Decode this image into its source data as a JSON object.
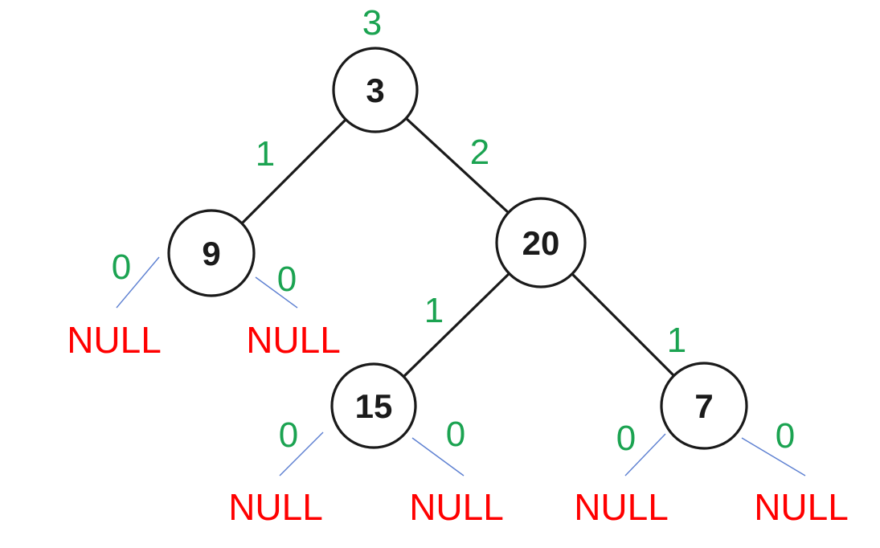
{
  "colors": {
    "node_stroke": "#1a1a1a",
    "node_text": "#1a1a1a",
    "edge": "#1a1a1a",
    "annotation_green": "#1ba351",
    "null_red": "#ff0000",
    "null_edge_blue": "#5c7fd1"
  },
  "tree": {
    "description": "binary-tree-with-height-annotations",
    "root_height_label": "3",
    "nodes": [
      {
        "id": "3",
        "value": "3"
      },
      {
        "id": "9",
        "value": "9"
      },
      {
        "id": "20",
        "value": "20"
      },
      {
        "id": "15",
        "value": "15"
      },
      {
        "id": "7",
        "value": "7"
      }
    ],
    "edge_labels": [
      {
        "edge": "3-9",
        "label": "1"
      },
      {
        "edge": "3-20",
        "label": "2"
      },
      {
        "edge": "20-15",
        "label": "1"
      },
      {
        "edge": "20-7",
        "label": "1"
      }
    ],
    "null_children": [
      {
        "parent": "9",
        "side": "left",
        "text": "NULL",
        "label": "0"
      },
      {
        "parent": "9",
        "side": "right",
        "text": "NULL",
        "label": "0"
      },
      {
        "parent": "15",
        "side": "left",
        "text": "NULL",
        "label": "0"
      },
      {
        "parent": "15",
        "side": "right",
        "text": "NULL",
        "label": "0"
      },
      {
        "parent": "7",
        "side": "left",
        "text": "NULL",
        "label": "0"
      },
      {
        "parent": "7",
        "side": "right",
        "text": "NULL",
        "label": "0"
      }
    ]
  }
}
